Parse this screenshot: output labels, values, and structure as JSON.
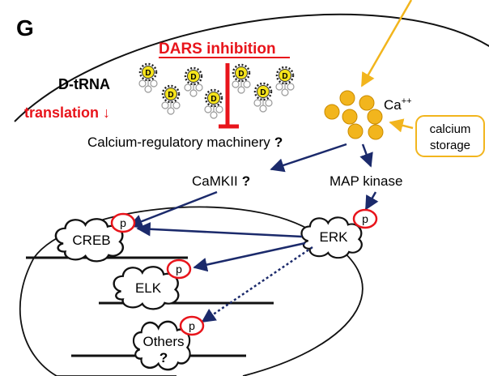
{
  "panel_label": "G",
  "inhibition_label": "DARS inhibition",
  "dtrna_label": "D-tRNA",
  "translation_label": "translation ↓",
  "machinery_label": "Calcium-regulatory machinery",
  "machinery_q": "?",
  "calcium_label": "Ca",
  "calcium_superscript": "++",
  "storage_line1": "calcium",
  "storage_line2": "storage",
  "camkii_label": "CaMKII",
  "camkii_q": "?",
  "mapk_label": "MAP kinase",
  "erk_label": "ERK",
  "creb_label": "CREB",
  "elk_label": "ELK",
  "others_label": "Others",
  "others_q": "?",
  "phospho_label": "p",
  "trna_letter": "D",
  "colors": {
    "red": "#e8141b",
    "navy": "#1b2a6b",
    "gold": "#f2b51d",
    "gold_edge": "#c98a00",
    "trna_yellow": "#f5e31c"
  }
}
